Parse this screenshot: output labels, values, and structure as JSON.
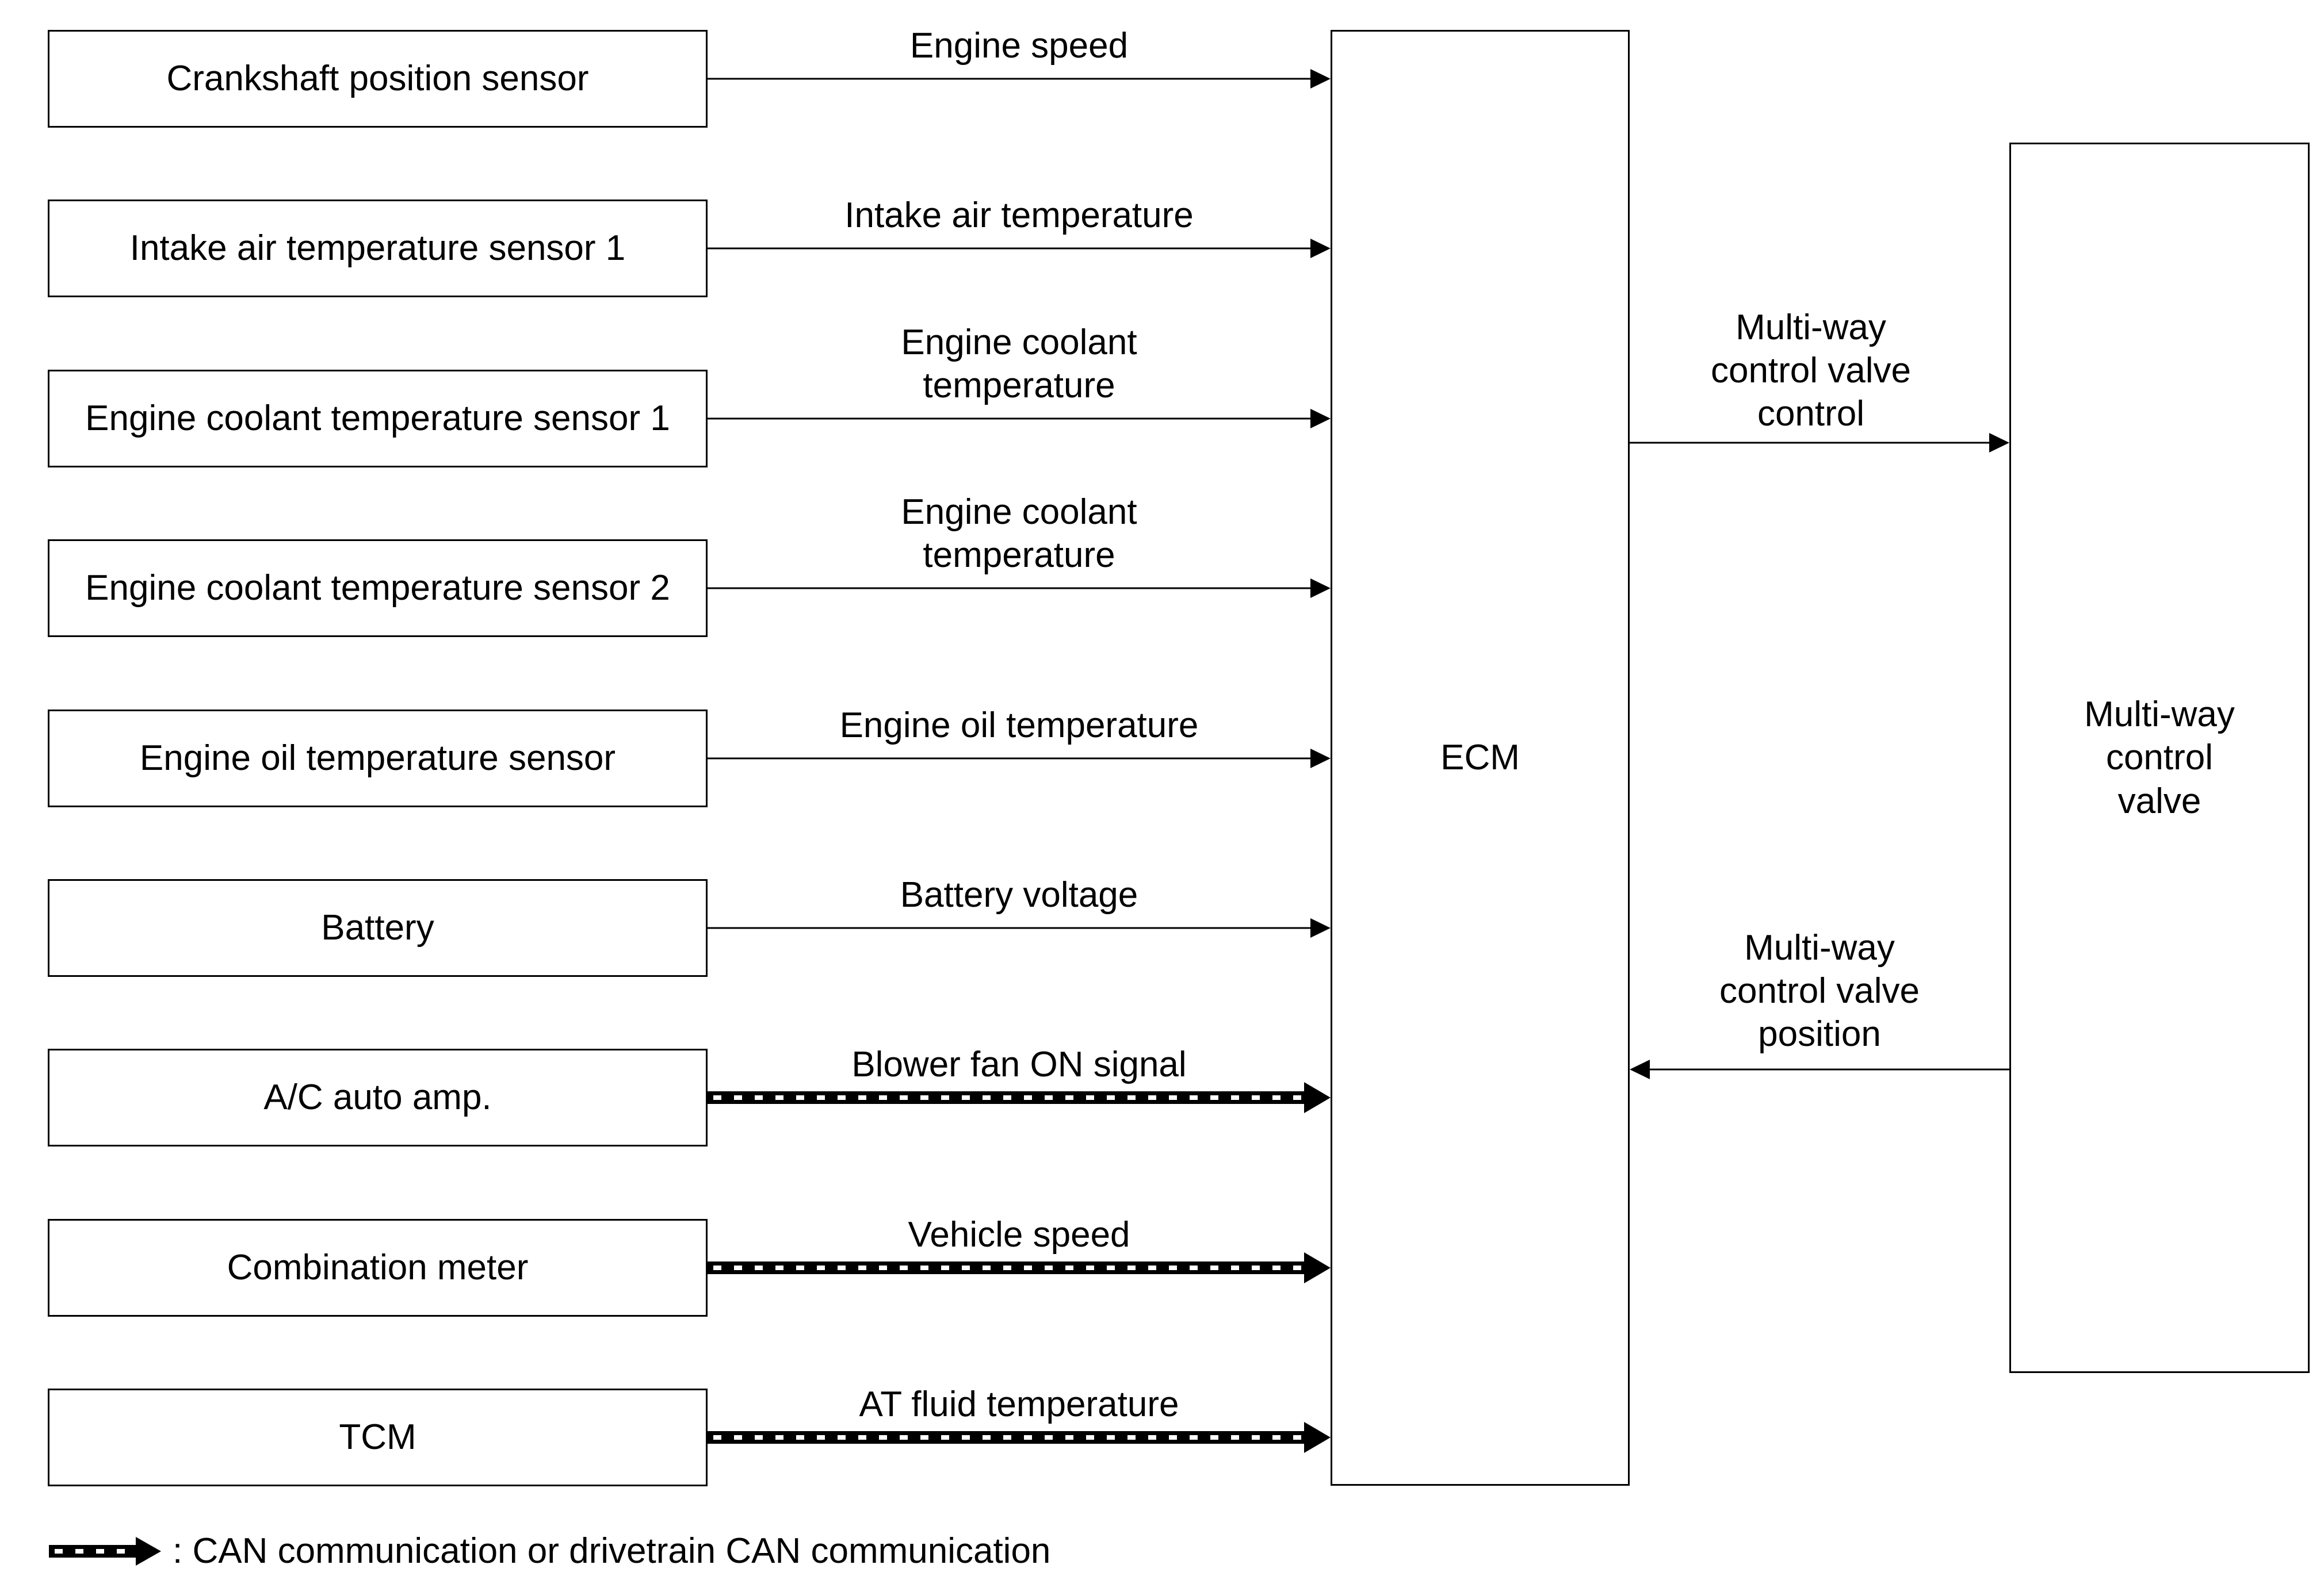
{
  "inputs": [
    {
      "device": "Crankshaft position sensor",
      "signal": "Engine speed",
      "can": false
    },
    {
      "device": "Intake air temperature sensor 1",
      "signal": "Intake air temperature",
      "can": false
    },
    {
      "device": "Engine coolant temperature sensor 1",
      "signal": "Engine coolant\ntemperature",
      "can": false
    },
    {
      "device": "Engine coolant temperature sensor 2",
      "signal": "Engine coolant\ntemperature",
      "can": false
    },
    {
      "device": "Engine oil temperature sensor",
      "signal": "Engine oil temperature",
      "can": false
    },
    {
      "device": "Battery",
      "signal": "Battery voltage",
      "can": false
    },
    {
      "device": "A/C auto amp.",
      "signal": "Blower fan ON signal",
      "can": true
    },
    {
      "device": "Combination meter",
      "signal": "Vehicle speed",
      "can": true
    },
    {
      "device": "TCM",
      "signal": "AT fluid temperature",
      "can": true
    }
  ],
  "ecm": {
    "label": "ECM"
  },
  "valve": {
    "label": "Multi-way\ncontrol\nvalve"
  },
  "output_signal": {
    "label": "Multi-way\ncontrol valve\ncontrol"
  },
  "feedback_signal": {
    "label": "Multi-way\ncontrol valve\nposition"
  },
  "legend": {
    "text": ": CAN communication or drivetrain CAN communication"
  }
}
